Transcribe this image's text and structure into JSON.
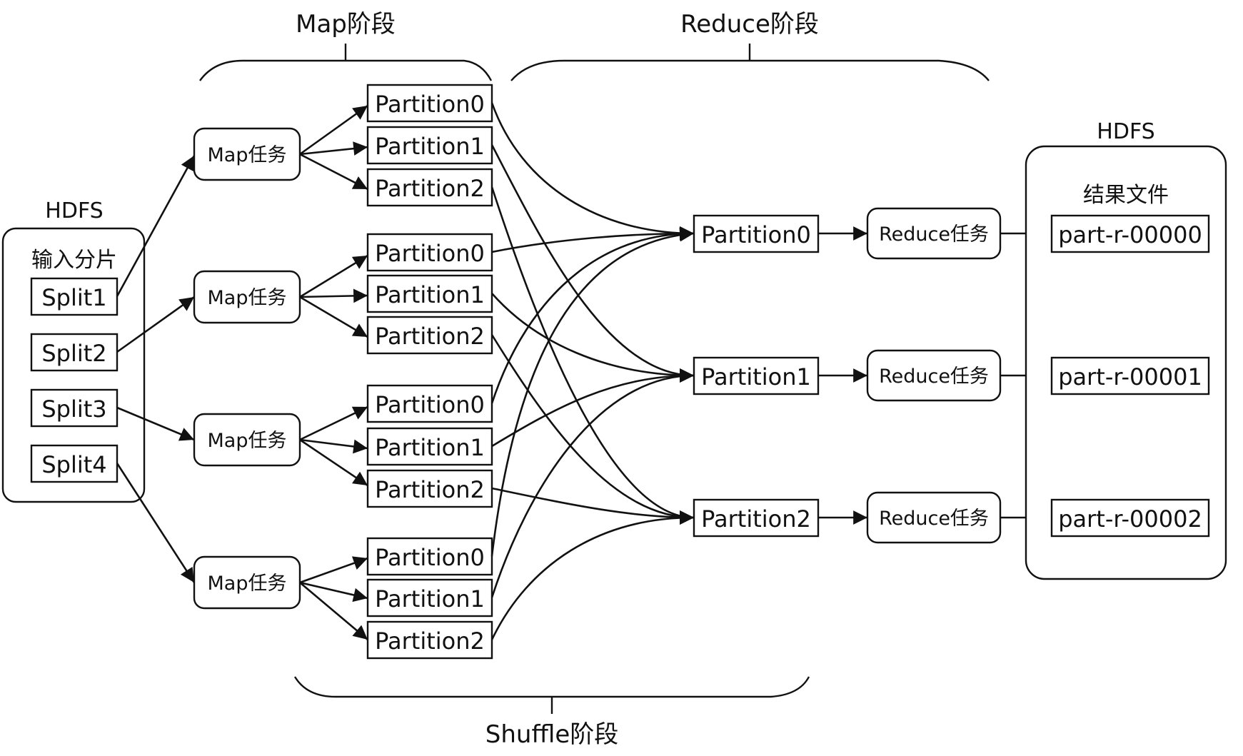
{
  "stages": {
    "map": "Map阶段",
    "reduce": "Reduce阶段",
    "shuffle": "Shuffle阶段"
  },
  "input": {
    "title": "HDFS",
    "subtitle": "输入分片",
    "splits": [
      "Split1",
      "Split2",
      "Split3",
      "Split4"
    ]
  },
  "map_tasks": [
    {
      "label": "Map任务",
      "partitions": [
        "Partition0",
        "Partition1",
        "Partition2"
      ]
    },
    {
      "label": "Map任务",
      "partitions": [
        "Partition0",
        "Partition1",
        "Partition2"
      ]
    },
    {
      "label": "Map任务",
      "partitions": [
        "Partition0",
        "Partition1",
        "Partition2"
      ]
    },
    {
      "label": "Map任务",
      "partitions": [
        "Partition0",
        "Partition1",
        "Partition2"
      ]
    }
  ],
  "reduce": {
    "partitions": [
      "Partition0",
      "Partition1",
      "Partition2"
    ],
    "tasks": [
      "Reduce任务",
      "Reduce任务",
      "Reduce任务"
    ]
  },
  "output": {
    "title": "HDFS",
    "subtitle": "结果文件",
    "files": [
      "part-r-00000",
      "part-r-00001",
      "part-r-00002"
    ]
  }
}
